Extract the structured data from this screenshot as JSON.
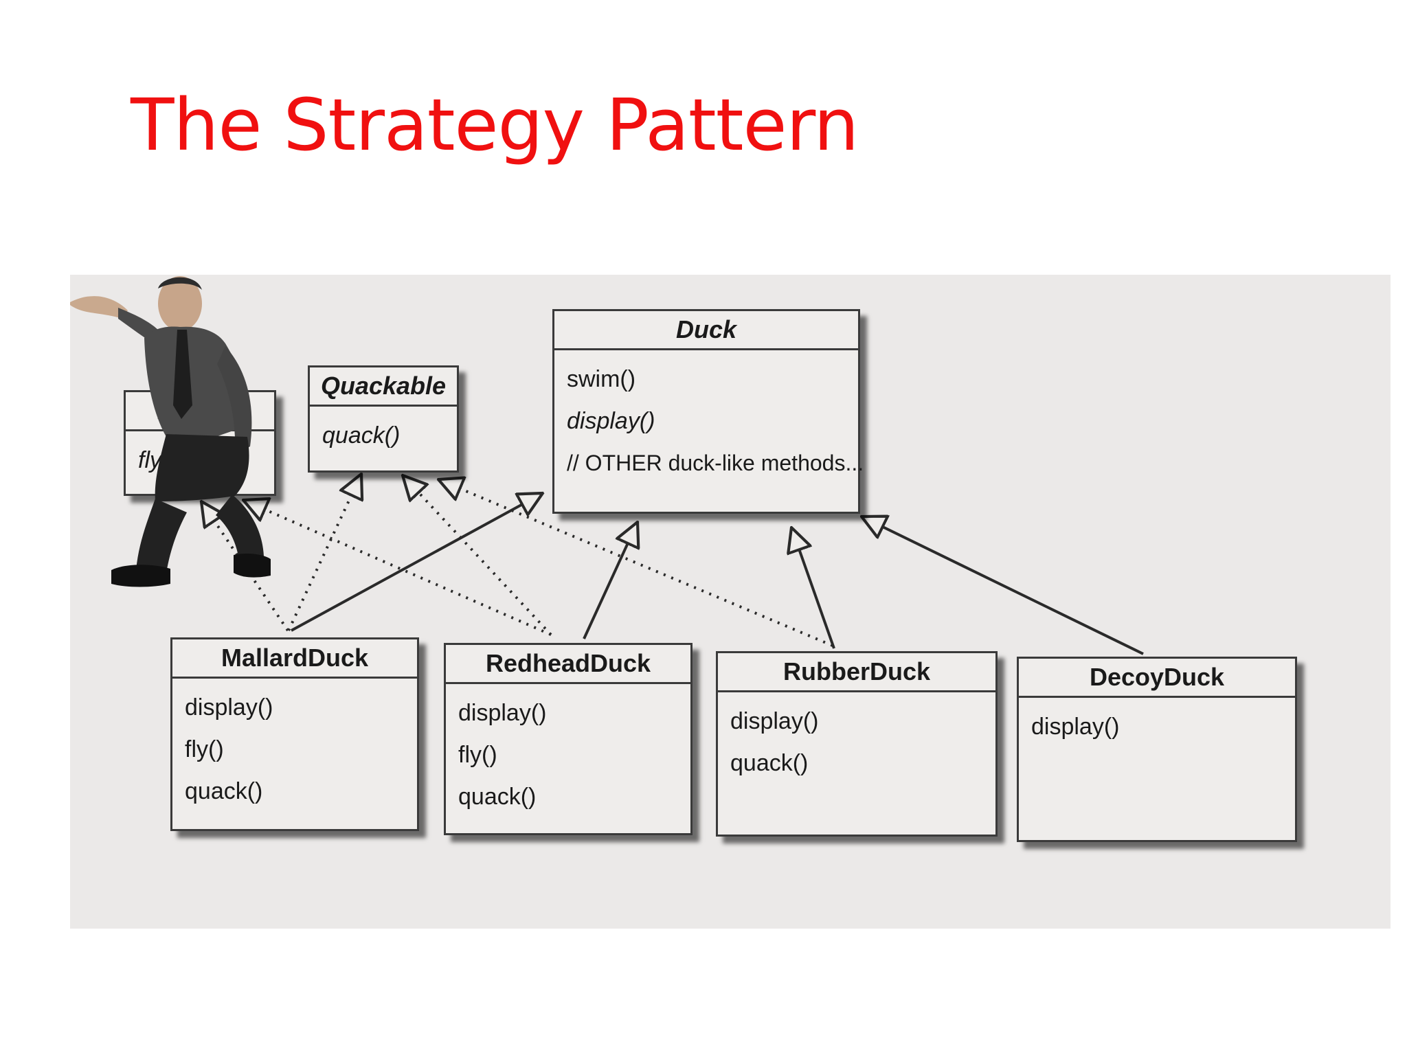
{
  "slide": {
    "title": "The Strategy Pattern"
  },
  "classes": {
    "flyable": {
      "name": "Flyable",
      "methods": [
        "fly()"
      ]
    },
    "quackable": {
      "name": "Quackable",
      "methods": [
        "quack()"
      ]
    },
    "duck": {
      "name": "Duck",
      "methods": [
        "swim()",
        "display()",
        "// OTHER duck-like methods..."
      ]
    },
    "mallard": {
      "name": "MallardDuck",
      "methods": [
        "display()",
        "fly()",
        "quack()"
      ]
    },
    "redhead": {
      "name": "RedheadDuck",
      "methods": [
        "display()",
        "fly()",
        "quack()"
      ]
    },
    "rubber": {
      "name": "RubberDuck",
      "methods": [
        "display()",
        "quack()"
      ]
    },
    "decoy": {
      "name": "DecoyDuck",
      "methods": [
        "display()"
      ]
    }
  },
  "colors": {
    "title": "#f01010",
    "line": "#2a2a2a",
    "figure_bg": "#ebe9e8"
  }
}
